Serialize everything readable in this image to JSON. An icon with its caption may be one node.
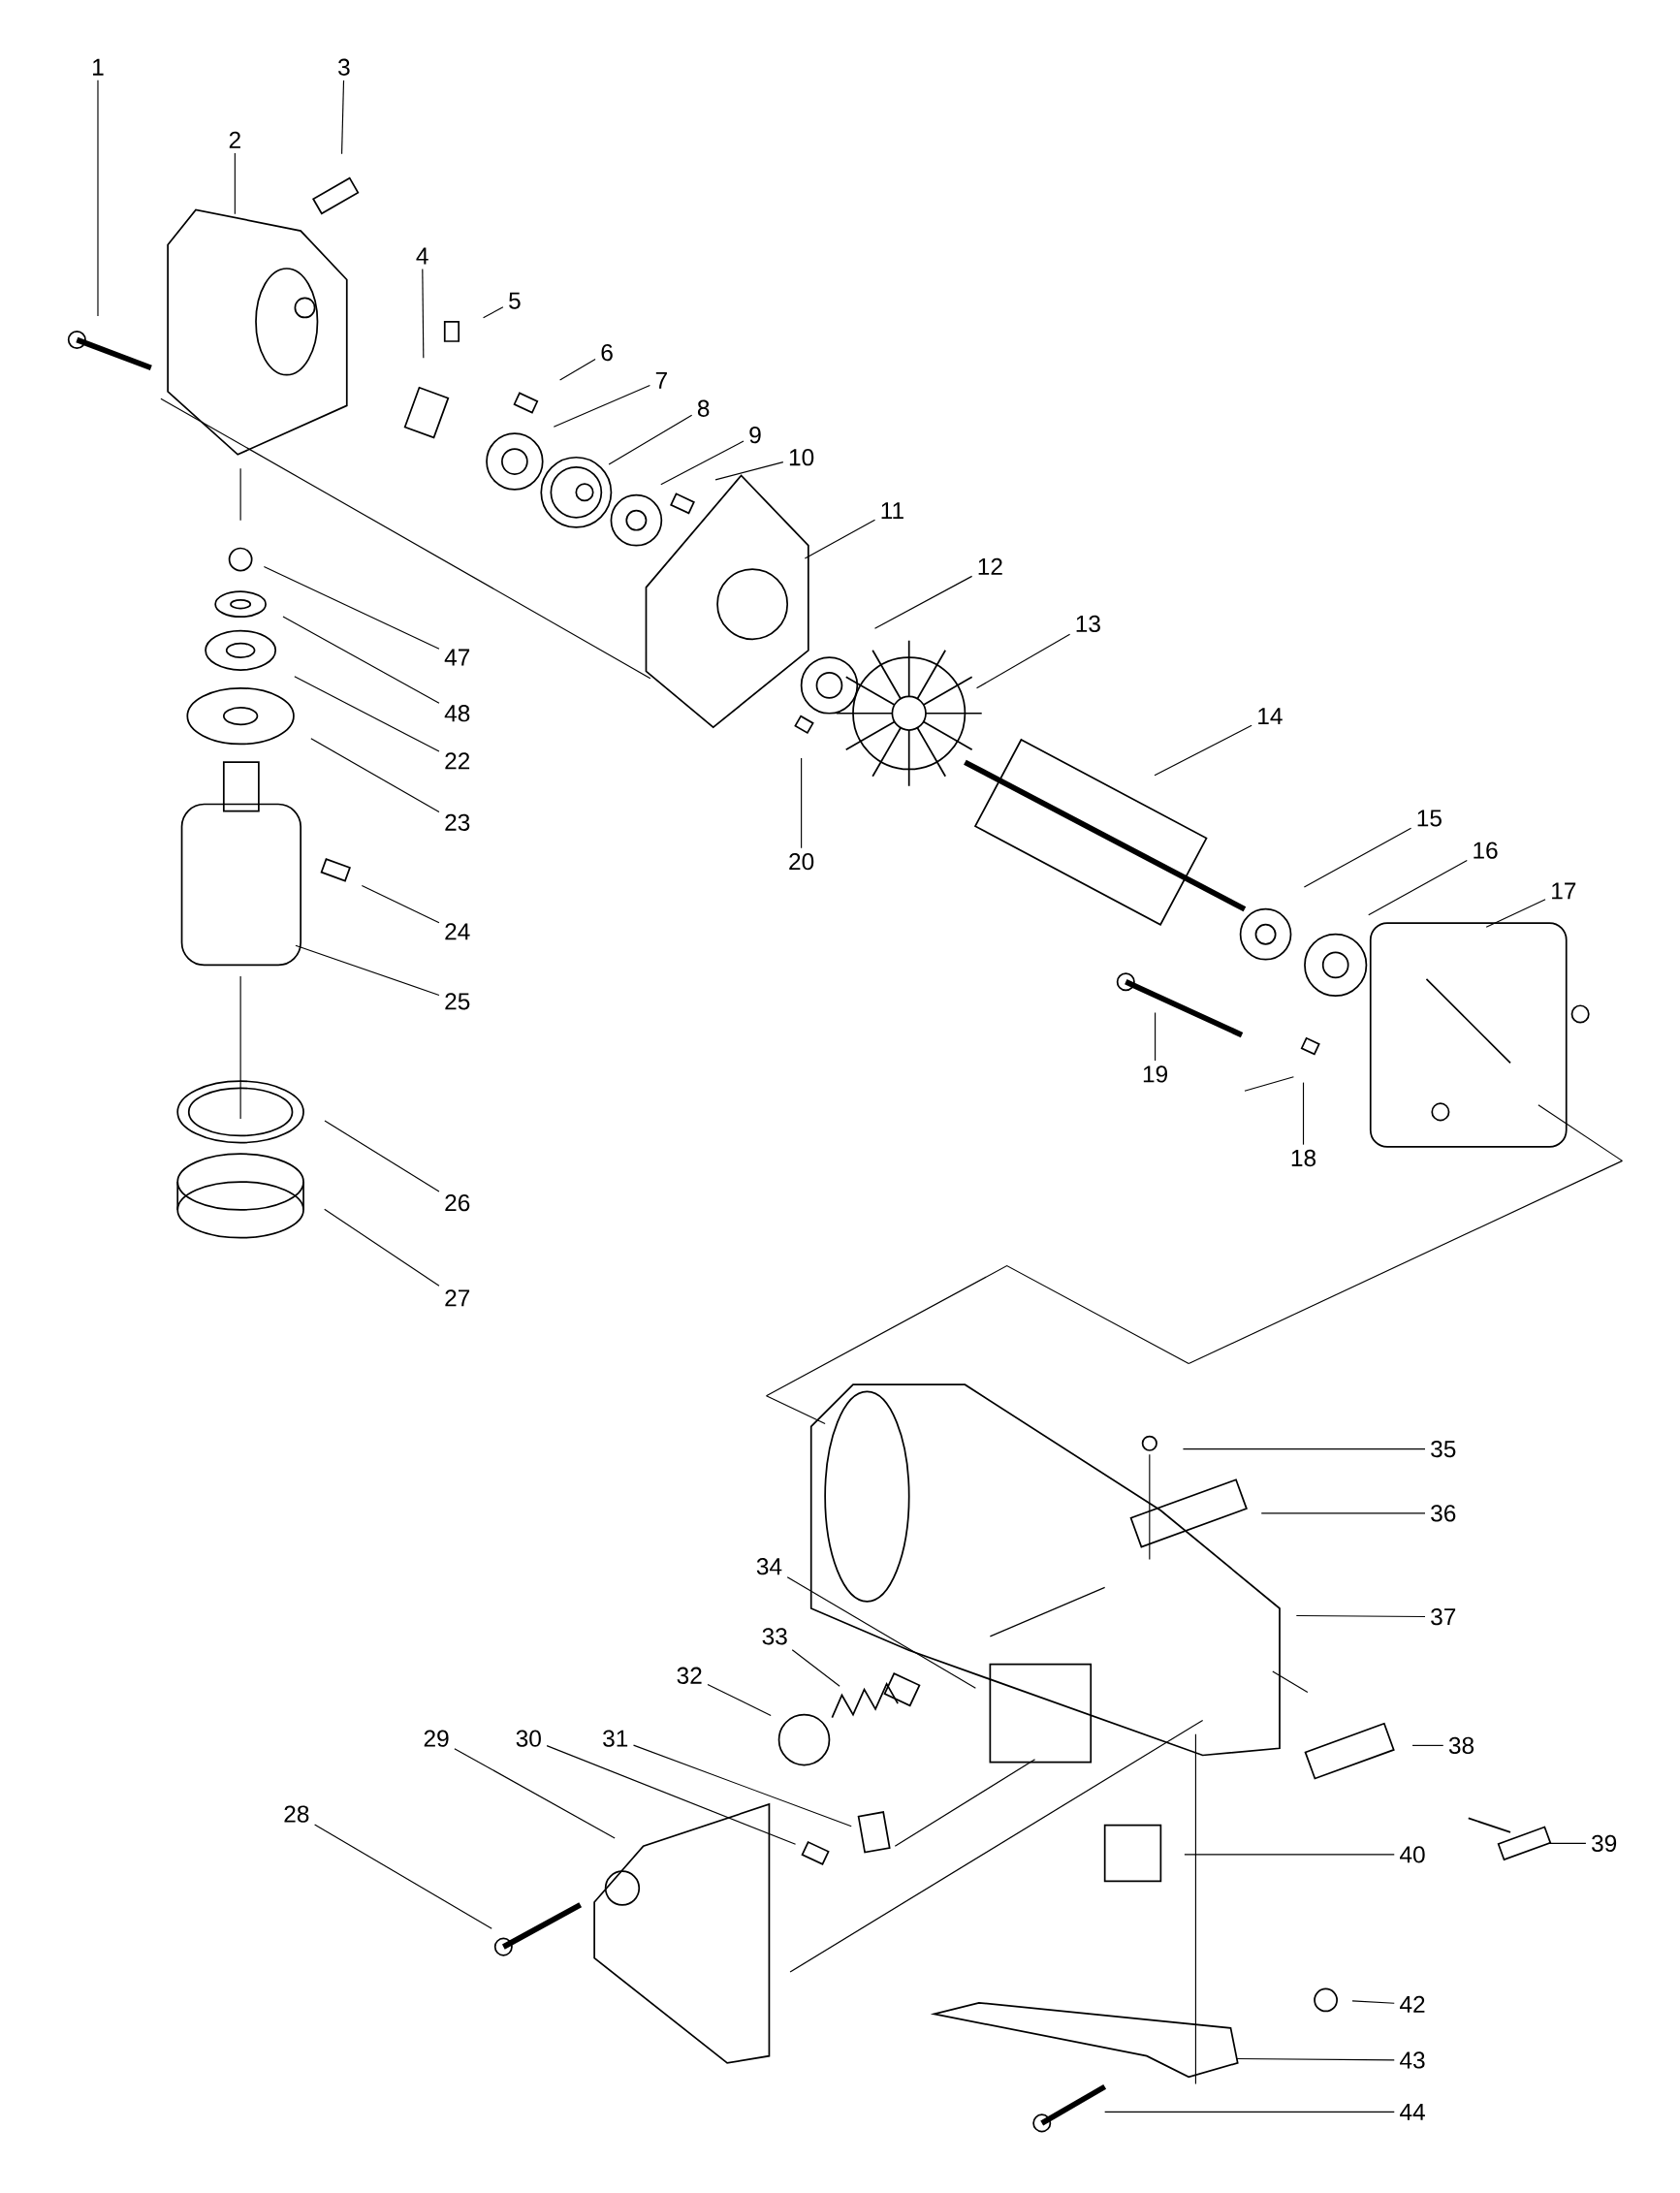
{
  "diagram": {
    "nodes": [
      {
        "text": [
          "1"
        ]
      },
      {
        "text": [
          "2"
        ]
      },
      {
        "text": [
          "3"
        ]
      },
      {
        "text": [
          "4"
        ]
      },
      {
        "text": [
          "5"
        ]
      },
      {
        "text": [
          "6"
        ]
      },
      {
        "text": [
          "7"
        ]
      },
      {
        "text": [
          "8"
        ]
      },
      {
        "text": [
          "9"
        ]
      },
      {
        "text": [
          "10"
        ]
      },
      {
        "text": [
          "11"
        ]
      },
      {
        "text": [
          "12"
        ]
      },
      {
        "text": [
          "13"
        ]
      },
      {
        "text": [
          "14"
        ]
      },
      {
        "text": [
          "15"
        ]
      },
      {
        "text": [
          "16"
        ]
      },
      {
        "text": [
          "17"
        ]
      },
      {
        "text": [
          "18"
        ]
      },
      {
        "text": [
          "19"
        ]
      },
      {
        "text": [
          "20"
        ]
      },
      {
        "text": [
          "22"
        ]
      },
      {
        "text": [
          "23"
        ]
      },
      {
        "text": [
          "24"
        ]
      },
      {
        "text": [
          "25"
        ]
      },
      {
        "text": [
          "26"
        ]
      },
      {
        "text": [
          "27"
        ]
      },
      {
        "text": [
          "28"
        ]
      },
      {
        "text": [
          "29"
        ]
      },
      {
        "text": [
          "30"
        ]
      },
      {
        "text": [
          "31"
        ]
      },
      {
        "text": [
          "32"
        ]
      },
      {
        "text": [
          "33"
        ]
      },
      {
        "text": [
          "34"
        ]
      },
      {
        "text": [
          "35"
        ]
      },
      {
        "text": [
          "36"
        ]
      },
      {
        "text": [
          "37"
        ]
      },
      {
        "text": [
          "38"
        ]
      },
      {
        "text": [
          "39"
        ]
      },
      {
        "text": [
          "40"
        ]
      },
      {
        "text": [
          "42"
        ]
      },
      {
        "text": [
          "43"
        ]
      },
      {
        "text": [
          "44"
        ]
      },
      {
        "text": [
          "47"
        ]
      },
      {
        "text": [
          "48"
        ]
      }
    ],
    "edges": [
      {
        "from": 0,
        "to": null,
        "arrow": "none"
      },
      {
        "from": 1,
        "to": null,
        "arrow": "none"
      },
      {
        "from": 2,
        "to": null,
        "arrow": "none"
      },
      {
        "from": 3,
        "to": null,
        "arrow": "none"
      },
      {
        "from": 4,
        "to": null,
        "arrow": "none"
      },
      {
        "from": 5,
        "to": null,
        "arrow": "none"
      },
      {
        "from": 6,
        "to": null,
        "arrow": "none"
      },
      {
        "from": 7,
        "to": null,
        "arrow": "none"
      },
      {
        "from": 8,
        "to": null,
        "arrow": "none"
      },
      {
        "from": 9,
        "to": null,
        "arrow": "none"
      },
      {
        "from": 10,
        "to": null,
        "arrow": "none"
      },
      {
        "from": 11,
        "to": null,
        "arrow": "none"
      },
      {
        "from": 12,
        "to": null,
        "arrow": "none"
      },
      {
        "from": 13,
        "to": null,
        "arrow": "none"
      },
      {
        "from": 14,
        "to": null,
        "arrow": "none"
      },
      {
        "from": 15,
        "to": null,
        "arrow": "none"
      },
      {
        "from": 16,
        "to": null,
        "arrow": "none"
      },
      {
        "from": 17,
        "to": null,
        "arrow": "none"
      },
      {
        "from": 18,
        "to": null,
        "arrow": "none"
      },
      {
        "from": 19,
        "to": null,
        "arrow": "none"
      },
      {
        "from": 20,
        "to": null,
        "arrow": "none"
      },
      {
        "from": 21,
        "to": null,
        "arrow": "none"
      },
      {
        "from": 22,
        "to": null,
        "arrow": "none"
      },
      {
        "from": 23,
        "to": null,
        "arrow": "none"
      },
      {
        "from": 24,
        "to": null,
        "arrow": "none"
      },
      {
        "from": 25,
        "to": null,
        "arrow": "none"
      },
      {
        "from": 26,
        "to": null,
        "arrow": "none"
      },
      {
        "from": 27,
        "to": null,
        "arrow": "none"
      },
      {
        "from": 28,
        "to": null,
        "arrow": "none"
      },
      {
        "from": 29,
        "to": null,
        "arrow": "none"
      },
      {
        "from": 30,
        "to": null,
        "arrow": "none"
      },
      {
        "from": 31,
        "to": null,
        "arrow": "none"
      },
      {
        "from": 32,
        "to": null,
        "arrow": "none"
      },
      {
        "from": 33,
        "to": null,
        "arrow": "none"
      },
      {
        "from": 34,
        "to": null,
        "arrow": "none"
      },
      {
        "from": 35,
        "to": null,
        "arrow": "none"
      },
      {
        "from": 36,
        "to": null,
        "arrow": "none"
      },
      {
        "from": 37,
        "to": null,
        "arrow": "none"
      },
      {
        "from": 38,
        "to": null,
        "arrow": "none"
      },
      {
        "from": 39,
        "to": null,
        "arrow": "none"
      },
      {
        "from": 40,
        "to": null,
        "arrow": "none"
      },
      {
        "from": 41,
        "to": null,
        "arrow": "none"
      },
      {
        "from": 42,
        "to": null,
        "arrow": "none"
      },
      {
        "from": 43,
        "to": null,
        "arrow": "none"
      }
    ]
  }
}
